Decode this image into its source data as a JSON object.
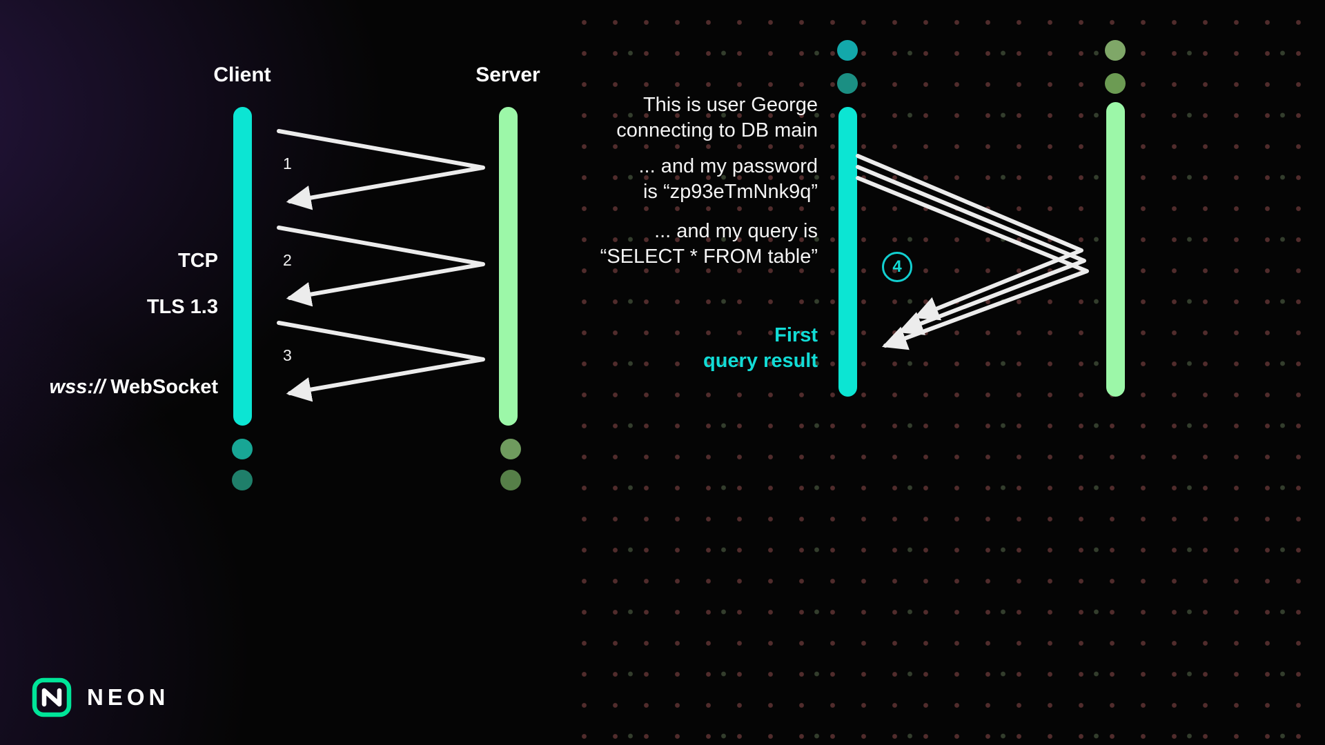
{
  "left": {
    "client_label": "Client",
    "server_label": "Server",
    "step_numbers": [
      "1",
      "2",
      "3"
    ],
    "protocols": {
      "tcp": "TCP",
      "tls": "TLS 1.3",
      "wss_prefix": "wss://",
      "wss_rest": " WebSocket"
    }
  },
  "right": {
    "messages": [
      {
        "line1": "This is user George",
        "line2": "connecting to DB main"
      },
      {
        "line1": "... and my password",
        "line2": "is “zp93eTmNnk9q”"
      },
      {
        "line1": "... and my query is",
        "line2": "“SELECT * FROM table”"
      }
    ],
    "step_badge": "4",
    "result_line1": "First",
    "result_line2": "query result"
  },
  "logo": {
    "wordmark": "NEON"
  },
  "colors": {
    "lifeline_cyan": "#0CE5D3",
    "lifeline_green": "#9CF7A8",
    "accent_text_cyan": "#12DCD6",
    "brand_green": "#00E599",
    "arrow": "#ECECEC",
    "dot_red": "#9E5454",
    "dot_green": "#789268",
    "background": "#050505",
    "glow_purple": "#5C309E"
  }
}
